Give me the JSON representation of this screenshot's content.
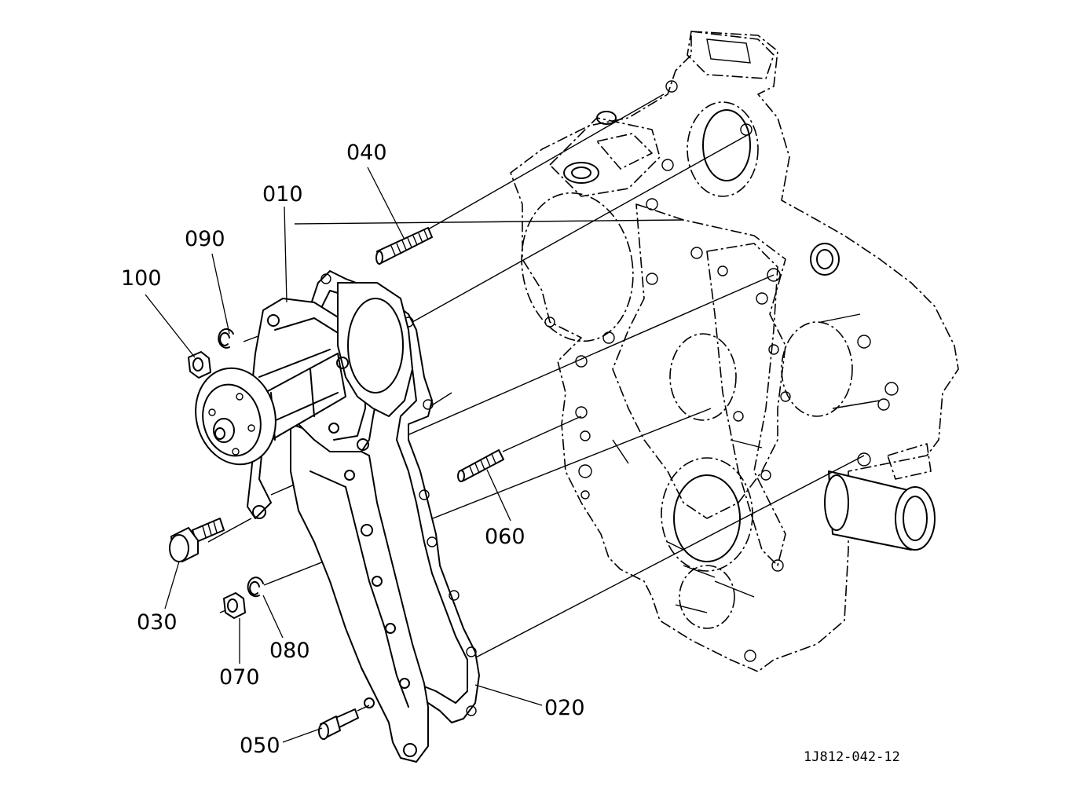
{
  "callouts": {
    "p010": "010",
    "p020": "020",
    "p030": "030",
    "p040": "040",
    "p050": "050",
    "p060": "060",
    "p070": "070",
    "p080": "080",
    "p090": "090",
    "p100": "100"
  },
  "drawing_number": "1J812-042-12"
}
